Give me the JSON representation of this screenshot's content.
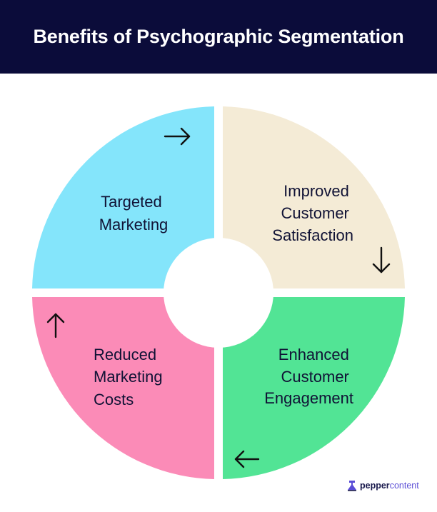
{
  "title": "Benefits of Psychographic Segmentation",
  "quadrants": [
    {
      "lines": [
        "Targeted",
        "Marketing"
      ],
      "color": "#84e5fb"
    },
    {
      "lines": [
        "Improved",
        "Customer",
        "Satisfaction"
      ],
      "color": "#f4ebd6"
    },
    {
      "lines": [
        "Reduced",
        "Marketing",
        "Costs"
      ],
      "color": "#fb8bb7"
    },
    {
      "lines": [
        "Enhanced",
        "Customer",
        "Engagement"
      ],
      "color": "#52e495"
    }
  ],
  "arrows": [
    "arrow-right-icon",
    "arrow-down-icon",
    "arrow-left-icon",
    "arrow-up-icon"
  ],
  "logo": {
    "part1": "pepper",
    "part2": "content",
    "icon": "pepper-content-logo-icon"
  }
}
